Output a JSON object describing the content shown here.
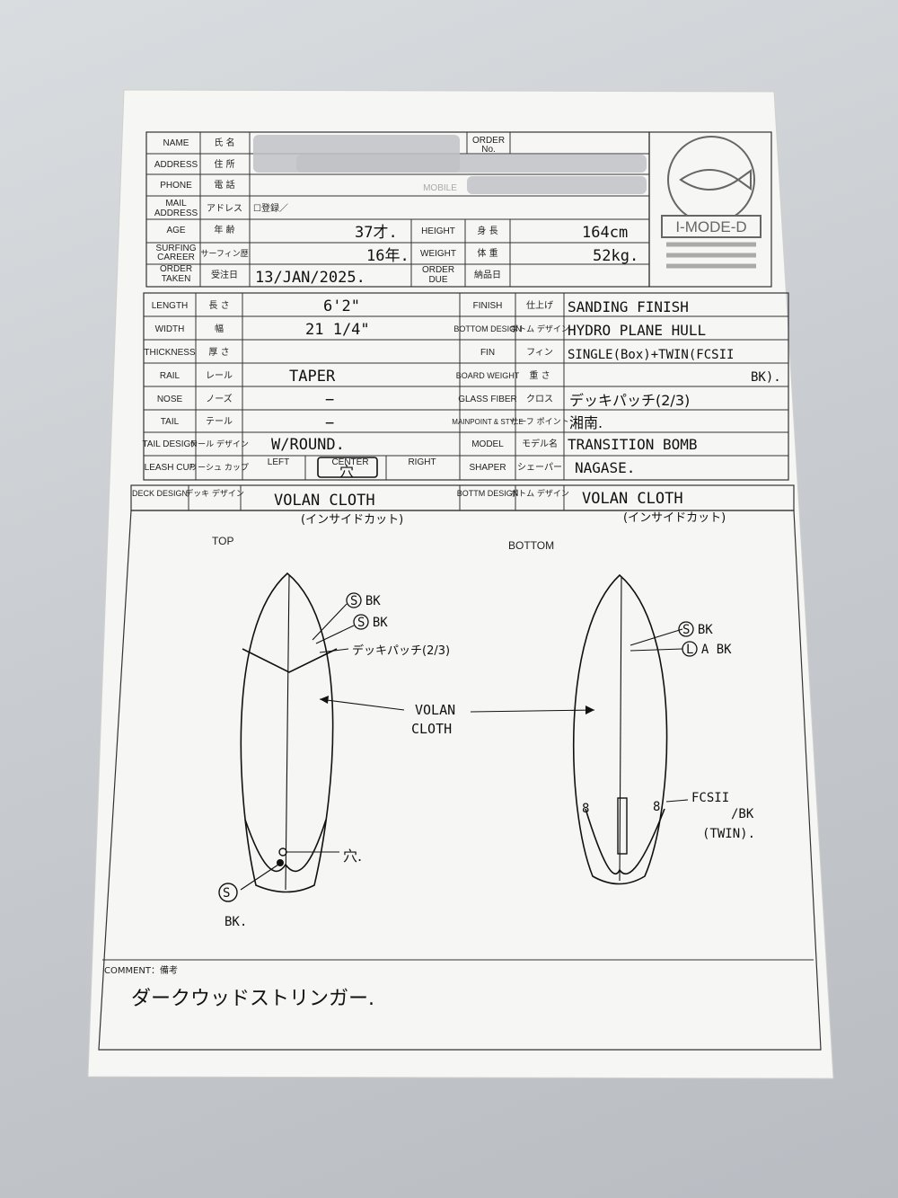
{
  "customer": {
    "name_label_en": "NAME",
    "name_label_jp": "氏 名",
    "address_label_en": "ADDRESS",
    "address_label_jp": "住 所",
    "phone_label_en": "PHONE",
    "phone_label_jp": "電 話",
    "mobile_label": "MOBILE",
    "mail_label_en1": "MAIL",
    "mail_label_en2": "ADDRESS",
    "mail_label_jp": "アドレス",
    "mail_value": "☐登録／",
    "order_no_label1": "ORDER",
    "order_no_label2": "No.",
    "age_label_en": "AGE",
    "age_label_jp": "年 齢",
    "age_value": "37才.",
    "career_label_en1": "SURFING",
    "career_label_en2": "CAREER",
    "career_label_jp": "サーフィン歴",
    "career_value": "16年.",
    "taken_label_en1": "ORDER",
    "taken_label_en2": "TAKEN",
    "taken_label_jp": "受注日",
    "taken_value": "13/JAN/2025.",
    "height_label_en": "HEIGHT",
    "height_label_jp": "身 長",
    "height_value": "164cm",
    "weight_label_en": "WEIGHT",
    "weight_label_jp": "体 重",
    "weight_value": "52kg.",
    "due_label_en1": "ORDER",
    "due_label_en2": "DUE",
    "due_label_jp": "納品日"
  },
  "stamp": {
    "text": "I-MODE-D"
  },
  "spec_left": [
    {
      "en": "LENGTH",
      "jp": "長 さ",
      "value": "6'2\""
    },
    {
      "en": "WIDTH",
      "jp": "幅",
      "value": "21 1/4\""
    },
    {
      "en": "THICKNESS",
      "jp": "厚 さ",
      "value": ""
    },
    {
      "en": "RAIL",
      "jp": "レール",
      "value": "TAPER"
    },
    {
      "en": "NOSE",
      "jp": "ノーズ",
      "value": "−"
    },
    {
      "en": "TAIL",
      "jp": "テール",
      "value": "−"
    },
    {
      "en": "TAIL DESIGN",
      "jp": "テール デザイン",
      "value": "W/ROUND."
    },
    {
      "en": "LEASH CUP",
      "jp": "リーシュ カップ",
      "value": ""
    }
  ],
  "leash": {
    "left": "LEFT",
    "center": "CENTER",
    "right": "RIGHT",
    "mark": "穴"
  },
  "spec_right": [
    {
      "en": "FINISH",
      "jp": "仕上げ",
      "value": "SANDING FINISH"
    },
    {
      "en": "BOTTOM DESIGN",
      "jp": "ボトム デザイン",
      "value": "HYDRO PLANE HULL"
    },
    {
      "en": "FIN",
      "jp": "フィン",
      "value": "SINGLE(Box)+TWIN(FCSII"
    },
    {
      "en": "BOARD WEIGHT",
      "jp": "重 さ",
      "value": "BK)."
    },
    {
      "en": "GLASS FIBER",
      "jp": "クロス",
      "value": "デッキパッチ(2/3)"
    },
    {
      "en": "MAINPOINT & STYLE",
      "jp": "サーフ ポイント",
      "value": "湘南."
    },
    {
      "en": "MODEL",
      "jp": "モデル名",
      "value": "TRANSITION BOMB"
    },
    {
      "en": "SHAPER",
      "jp": "シェーパー",
      "value": "NAGASE."
    }
  ],
  "deck": {
    "en": "DECK DESIGN",
    "jp": "デッキ デザイン",
    "value": "VOLAN CLOTH",
    "sub": "(インサイドカット)"
  },
  "bottom": {
    "en": "BOTTM DESIGN",
    "jp": "ボトム デザイン",
    "value": "VOLAN CLOTH",
    "sub": "(インサイドカット)"
  },
  "drawing": {
    "top_label": "TOP",
    "bottom_label": "BOTTOM",
    "note_s_bk1": "S BK",
    "note_s_bk2": "S BK",
    "note_patch": "デッキパッチ(2/3)",
    "center_label_1": "VOLAN",
    "center_label_2": "CLOTH",
    "hole": "穴.",
    "s_bk_tail": "S",
    "s_bk_tail_2": "BK.",
    "b_s_bk": "S BK",
    "b_l_a_bk": "L A BK",
    "fcs_1": "FCSII",
    "fcs_2": "/BK",
    "fcs_3": "(TWIN).",
    "fin_8": "8"
  },
  "comment": {
    "label": "COMMENT：備考",
    "value": "ダークウッドストリンガー."
  },
  "colors": {
    "paper": "#f6f6f4",
    "ink": "#111111",
    "background": "#c9cdd1"
  }
}
